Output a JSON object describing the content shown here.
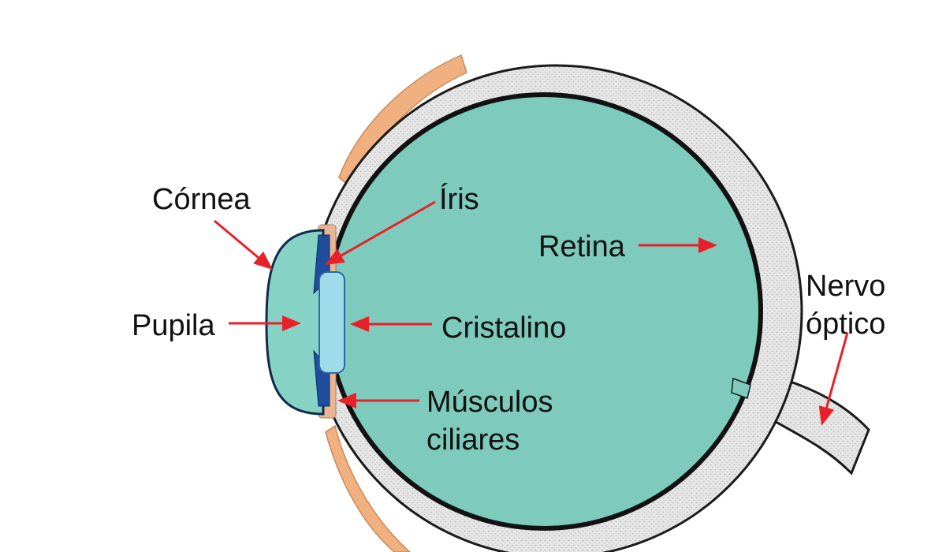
{
  "diagram": {
    "labels": {
      "cornea": "Córnea",
      "iris": "Íris",
      "retina": "Retina",
      "nervo_line1": "Nervo",
      "nervo_line2": "óptico",
      "pupila": "Pupila",
      "cristalino": "Cristalino",
      "musculos_line1": "Músculos",
      "musculos_line2": "ciliares"
    },
    "colors": {
      "arrow": "#e8202a",
      "vitreous": "#7ecbbd",
      "sclera": "#e4e4e4",
      "outline": "#1a1a1a",
      "cornea": "#86d3c6",
      "lens": "#9fdcea",
      "iris": "#1f4d9e",
      "ciliary": "#e9b694",
      "muscle": "#f0b07f"
    }
  }
}
